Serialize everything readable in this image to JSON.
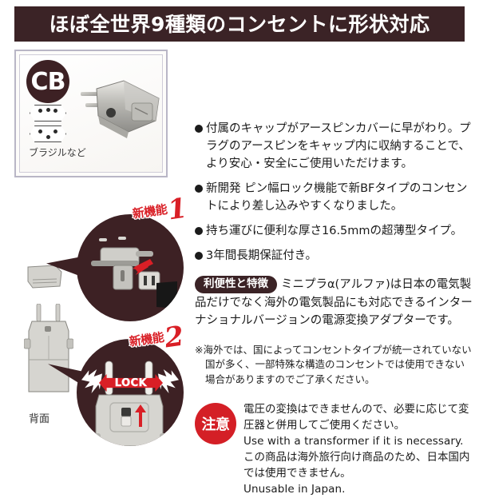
{
  "header": {
    "title": "ほぼ全世界9種類のコンセントに形状対応"
  },
  "plug_panel": {
    "badge": "CB",
    "country": "ブラジルなど"
  },
  "callouts": [
    {
      "label": "新機能",
      "number": "1"
    },
    {
      "label": "新機能",
      "number": "2",
      "lock_text": "LOCK"
    }
  ],
  "back_view": {
    "label": "背面"
  },
  "bullets": [
    "付属のキャップがアースピンカバーに早がわり。プラグのアースピンをキャップ内に収納することで、より安心・安全にご使用いただけます。",
    "新開発 ピン幅ロック機能で新BFタイプのコンセントにより差し込みやすくなりました。",
    "持ち運びに便利な厚さ16.5mmの超薄型タイプ。",
    "3年間長期保証付き。"
  ],
  "feature": {
    "pill_label": "利便性と特徴",
    "body": "ミニプラα(アルファ)は日本の電気製品だけでなく海外の電気製品にも対応できるインターナショナルバージョンの電源変換アダプターです。"
  },
  "note": {
    "text": "※海外では、国によってコンセントタイプが統一されていない国が多く、一部特殊な構造のコンセントでは使用できない場合がありますのでご了承ください。"
  },
  "caution": {
    "badge": "注意",
    "line1": "電圧の変換はできませんので、必要に応じて変圧器と併用してご使用ください。",
    "line2": "Use with a transformer if it is necessary.",
    "line3": "この商品は海外旅行向け商品のため、日本国内では使用できません。",
    "line4": "Unusable in Japan."
  },
  "colors": {
    "header_bg": "#3b2326",
    "badge_dark": "#3d2124",
    "caution_red": "#d41f26",
    "accent_red": "#d91f26"
  }
}
